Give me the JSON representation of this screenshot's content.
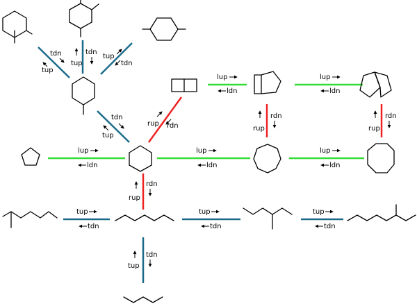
{
  "colors": {
    "ring_expansion": "#33dd33",
    "methylation": "#1a6b8a",
    "ring_closure": "#ee2222"
  },
  "molecules": [
    "dimethylcyclohexane-1-2",
    "dimethylcyclohexane-1-3",
    "dimethylcyclohexane-1-4",
    "methylcyclohexane",
    "bicyclo-2-2-0-hexane",
    "bicyclo-3-2-0-heptane",
    "octahydropentalene",
    "cyclopentane",
    "cyclohexane",
    "cycloheptane",
    "cyclooctane",
    "2-methylhexane",
    "hexane",
    "3-methylhexane",
    "2-methylheptane",
    "pentane"
  ],
  "edges": {
    "tdn_top_left": {
      "fwd": "tdn",
      "back": "tup"
    },
    "tdn_top_mid": {
      "fwd": "tdn",
      "back": "tup"
    },
    "tup_top_right": {
      "fwd": "tup",
      "back": "tdn"
    },
    "tdn_methyl_hex": {
      "fwd": "tdn",
      "back": "tup"
    },
    "rup_bicyclo": {
      "fwd": "rup",
      "back": "rdn"
    },
    "lup_bicyclo_hept": {
      "fwd": "lup",
      "back": "ldn"
    },
    "lup_pentalene": {
      "fwd": "lup",
      "back": "ldn"
    },
    "rup_bicyclo_hept": {
      "fwd": "rup",
      "back": "rdn"
    },
    "rup_pentalene": {
      "fwd": "rup",
      "back": "rdn"
    },
    "lup_cyclopentane": {
      "fwd": "lup",
      "back": "ldn"
    },
    "lup_cycloheptane": {
      "fwd": "lup",
      "back": "ldn"
    },
    "lup_cyclooctane": {
      "fwd": "lup",
      "back": "ldn"
    },
    "rup_hexane": {
      "fwd": "rup",
      "back": "rdn"
    },
    "tup_methylhexane_2": {
      "fwd": "tup",
      "back": "tdn"
    },
    "tup_methylhexane_3": {
      "fwd": "tup",
      "back": "tdn"
    },
    "tup_methylheptane": {
      "fwd": "tup",
      "back": "tdn"
    },
    "tup_pentane": {
      "fwd": "tup",
      "back": "tdn"
    }
  }
}
